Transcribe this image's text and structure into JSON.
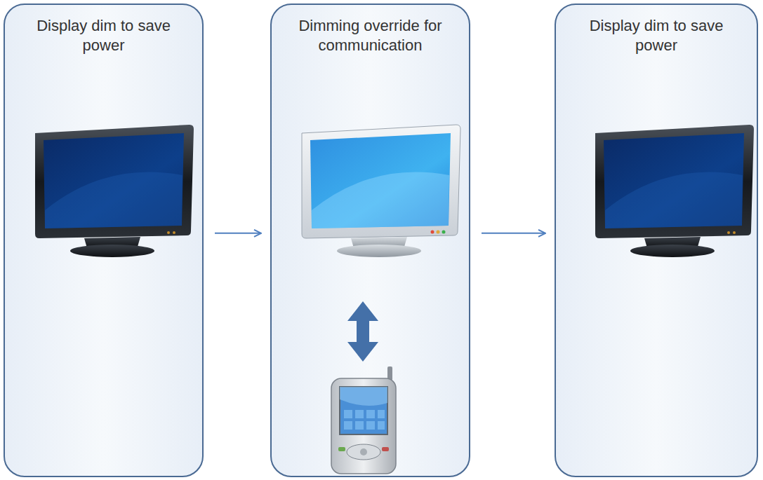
{
  "diagram": {
    "nodes": [
      {
        "text": [
          "Display dim to save power"
        ]
      },
      {
        "text": [
          "Dimming override for communication"
        ]
      },
      {
        "text": [
          "Display dim to save power"
        ]
      }
    ],
    "edges": [
      {
        "from": 0,
        "to": 1,
        "arrow": "to"
      },
      {
        "from": 1,
        "to": 2,
        "arrow": "to"
      }
    ]
  }
}
